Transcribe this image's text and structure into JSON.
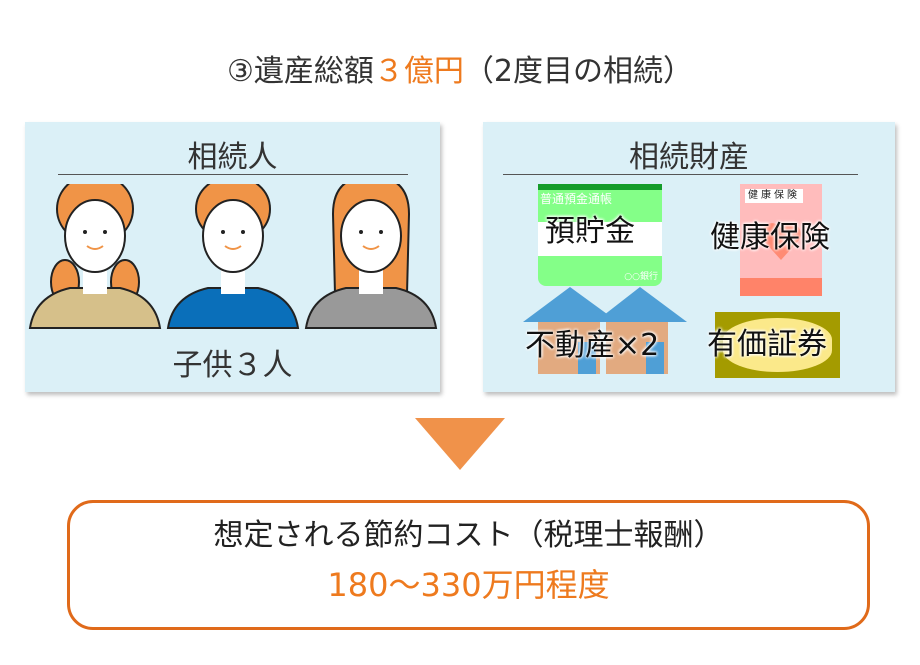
{
  "title": {
    "prefix": "③遺産総額",
    "highlight": "３億円",
    "suffix": "（2度目の相続）"
  },
  "heirs": {
    "title": "相続人",
    "caption": "子供３人"
  },
  "assets": {
    "title": "相続財産",
    "items": [
      {
        "label": "預貯金",
        "sub_top": "普通預金通帳",
        "sub_bottom": "○○銀行"
      },
      {
        "label": "健康保険",
        "sub_top": "健康保険"
      },
      {
        "label": "不動産×2"
      },
      {
        "label": "有価証券"
      }
    ]
  },
  "result": {
    "label": "想定される節約コスト（税理士報酬）",
    "value": "180〜330万円程度"
  },
  "colors": {
    "accent": "#ee7a1e",
    "panel": "#dbf0f7",
    "border": "#e06a1a"
  }
}
